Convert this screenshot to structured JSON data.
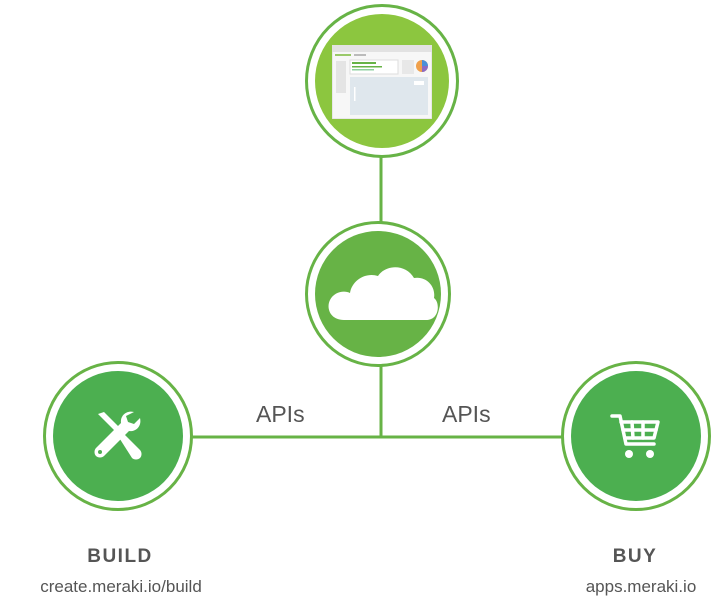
{
  "diagram": {
    "colors": {
      "line": "#67b346",
      "ring": "#67b346",
      "top_fill": "#8cc63f",
      "cloud_fill": "#67b346",
      "side_fill": "#4caf50",
      "text": "#555555"
    },
    "nodes": {
      "dashboard": {
        "icon": "dashboard-screenshot-icon"
      },
      "cloud": {
        "icon": "cloud-icon"
      },
      "build": {
        "icon": "tools-icon",
        "title": "BUILD",
        "url": "create.meraki.io/build"
      },
      "buy": {
        "icon": "shopping-cart-icon",
        "title": "BUY",
        "url": "apps.meraki.io"
      }
    },
    "edges": {
      "left_label": "APIs",
      "right_label": "APIs"
    }
  }
}
